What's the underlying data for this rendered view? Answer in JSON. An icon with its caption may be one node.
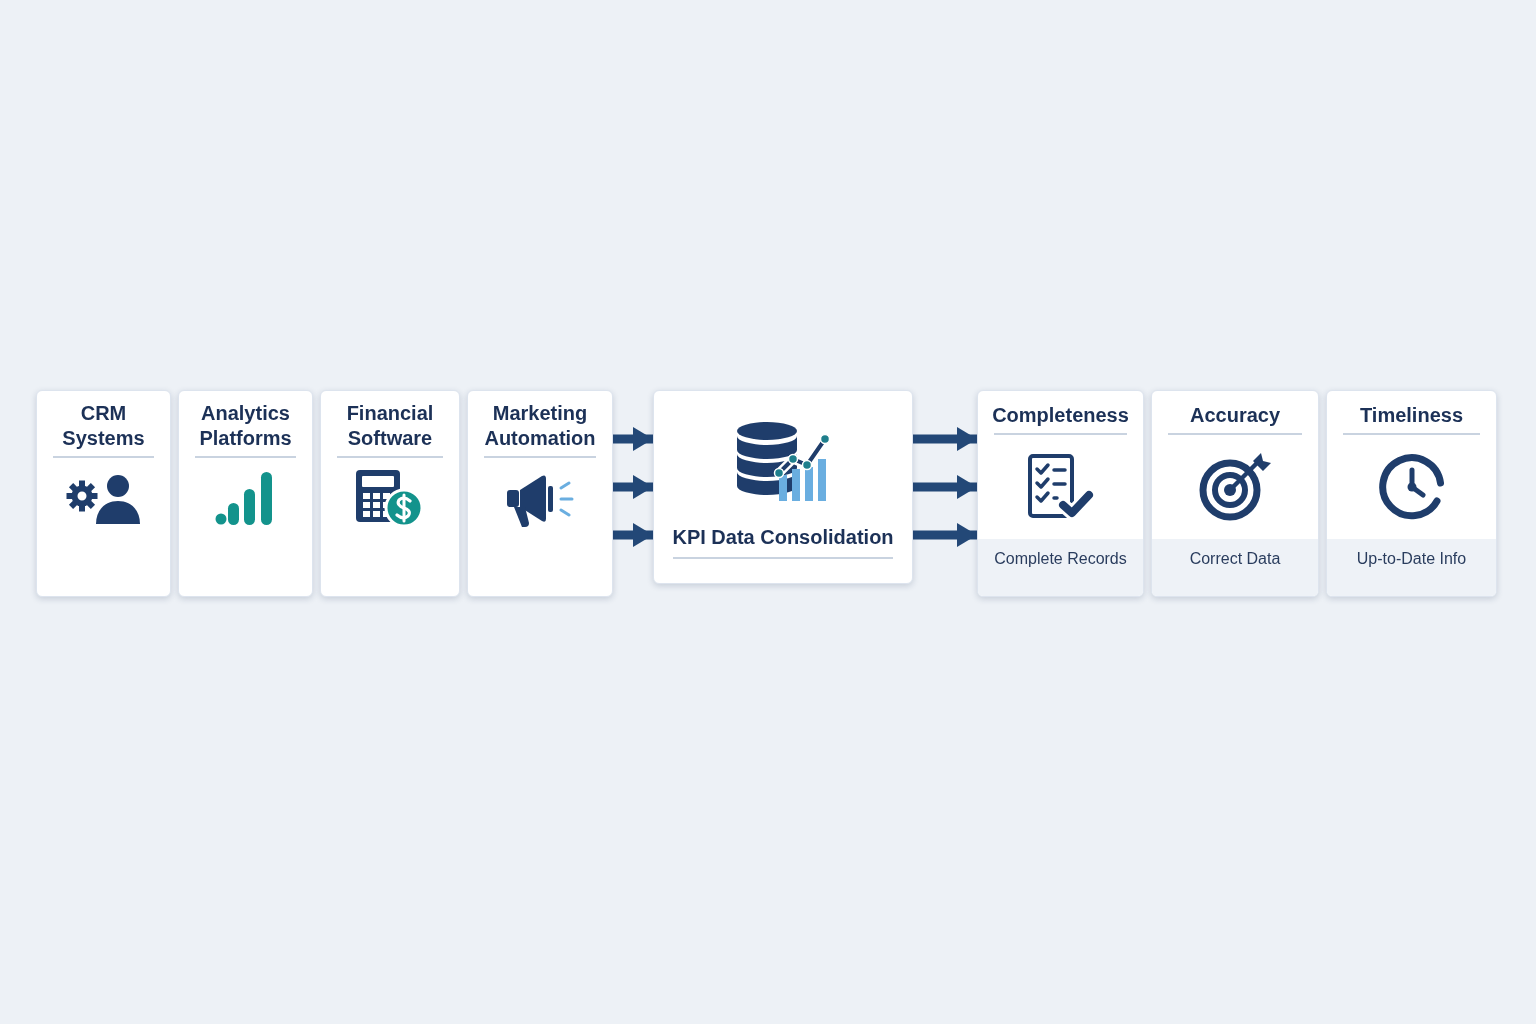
{
  "diagram": {
    "nodes": [
      {
        "text": [
          "CRM Systems"
        ]
      },
      {
        "text": [
          "Analytics Platforms"
        ]
      },
      {
        "text": [
          "Financial Software"
        ]
      },
      {
        "text": [
          "Marketing Automation"
        ]
      },
      {
        "text": [
          "KPI Data Consolidation"
        ]
      },
      {
        "text": [
          "Completeness",
          "Complete Records"
        ]
      },
      {
        "text": [
          "Accuracy",
          "Correct Data"
        ]
      },
      {
        "text": [
          "Timeliness",
          "Up-to-Date Info"
        ]
      }
    ],
    "edges": [
      {
        "from": 3,
        "to": 4,
        "arrow": "to"
      },
      {
        "from": 3,
        "to": 4,
        "arrow": "to"
      },
      {
        "from": 3,
        "to": 4,
        "arrow": "to"
      },
      {
        "from": 4,
        "to": 5,
        "arrow": "to"
      },
      {
        "from": 4,
        "to": 5,
        "arrow": "to"
      },
      {
        "from": 4,
        "to": 5,
        "arrow": "to"
      }
    ]
  }
}
